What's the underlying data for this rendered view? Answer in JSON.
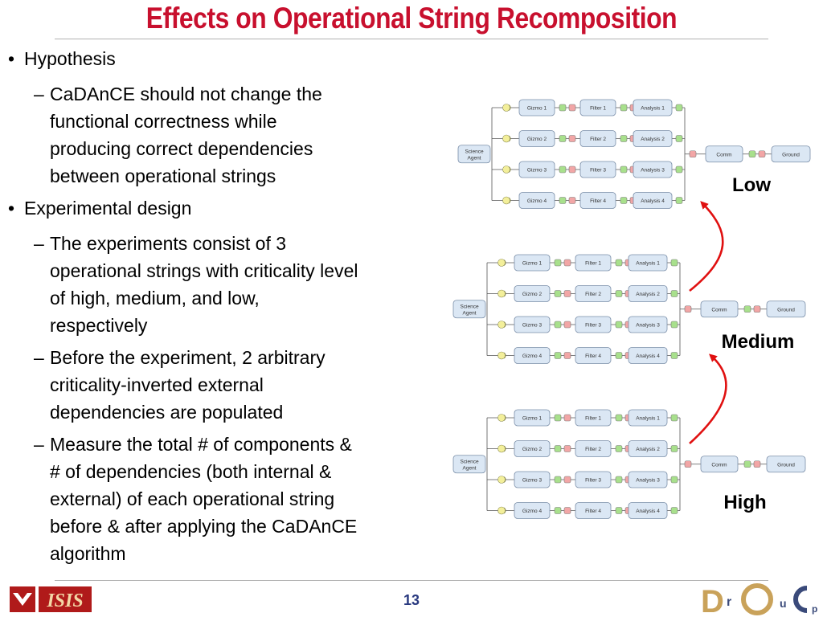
{
  "slide": {
    "title": "Effects on Operational String Recomposition",
    "page_number": "13"
  },
  "bullets": {
    "hypothesis": "Hypothesis",
    "hypothesis_lines": [
      "CaDAnCE should not change the",
      "functional correctness while",
      "producing correct dependencies",
      "between operational strings"
    ],
    "design": "Experimental design",
    "design_items": [
      [
        "The experiments consist of 3",
        "operational strings with criticality level",
        "of high, medium, and low,",
        "respectively"
      ],
      [
        "Before the experiment, 2 arbitrary",
        "criticality-inverted external",
        "dependencies are populated"
      ],
      [
        "Measure the total # of components &",
        "# of dependencies (both internal &",
        "external) of each operational string",
        "before & after applying the CaDAnCE",
        "algorithm"
      ]
    ]
  },
  "diagram": {
    "source": [
      "Science",
      "Agent"
    ],
    "rows": [
      [
        "Gizmo 1",
        "Filter 1",
        "Analysis 1"
      ],
      [
        "Gizmo 2",
        "Filter 2",
        "Analysis 2"
      ],
      [
        "Gizmo 3",
        "Filter 3",
        "Analysis 3"
      ],
      [
        "Gizmo 4",
        "Filter 4",
        "Analysis 4"
      ]
    ],
    "sink": [
      "Comm",
      "Ground"
    ],
    "levels": [
      "Low",
      "Medium",
      "High"
    ],
    "colors": {
      "box_fill": "#dbe7f4",
      "box_stroke": "#7a8ea8",
      "port_red": "#f2a6a6",
      "port_green": "#a8e08c",
      "port_yellow": "#f3ef9a",
      "arrow": "#e01010"
    }
  },
  "footer": {
    "left_logo_text": "ISIS",
    "right_logo_letters": [
      "D",
      "r",
      "u",
      "p"
    ],
    "right_logo_text": "DOC Group"
  }
}
